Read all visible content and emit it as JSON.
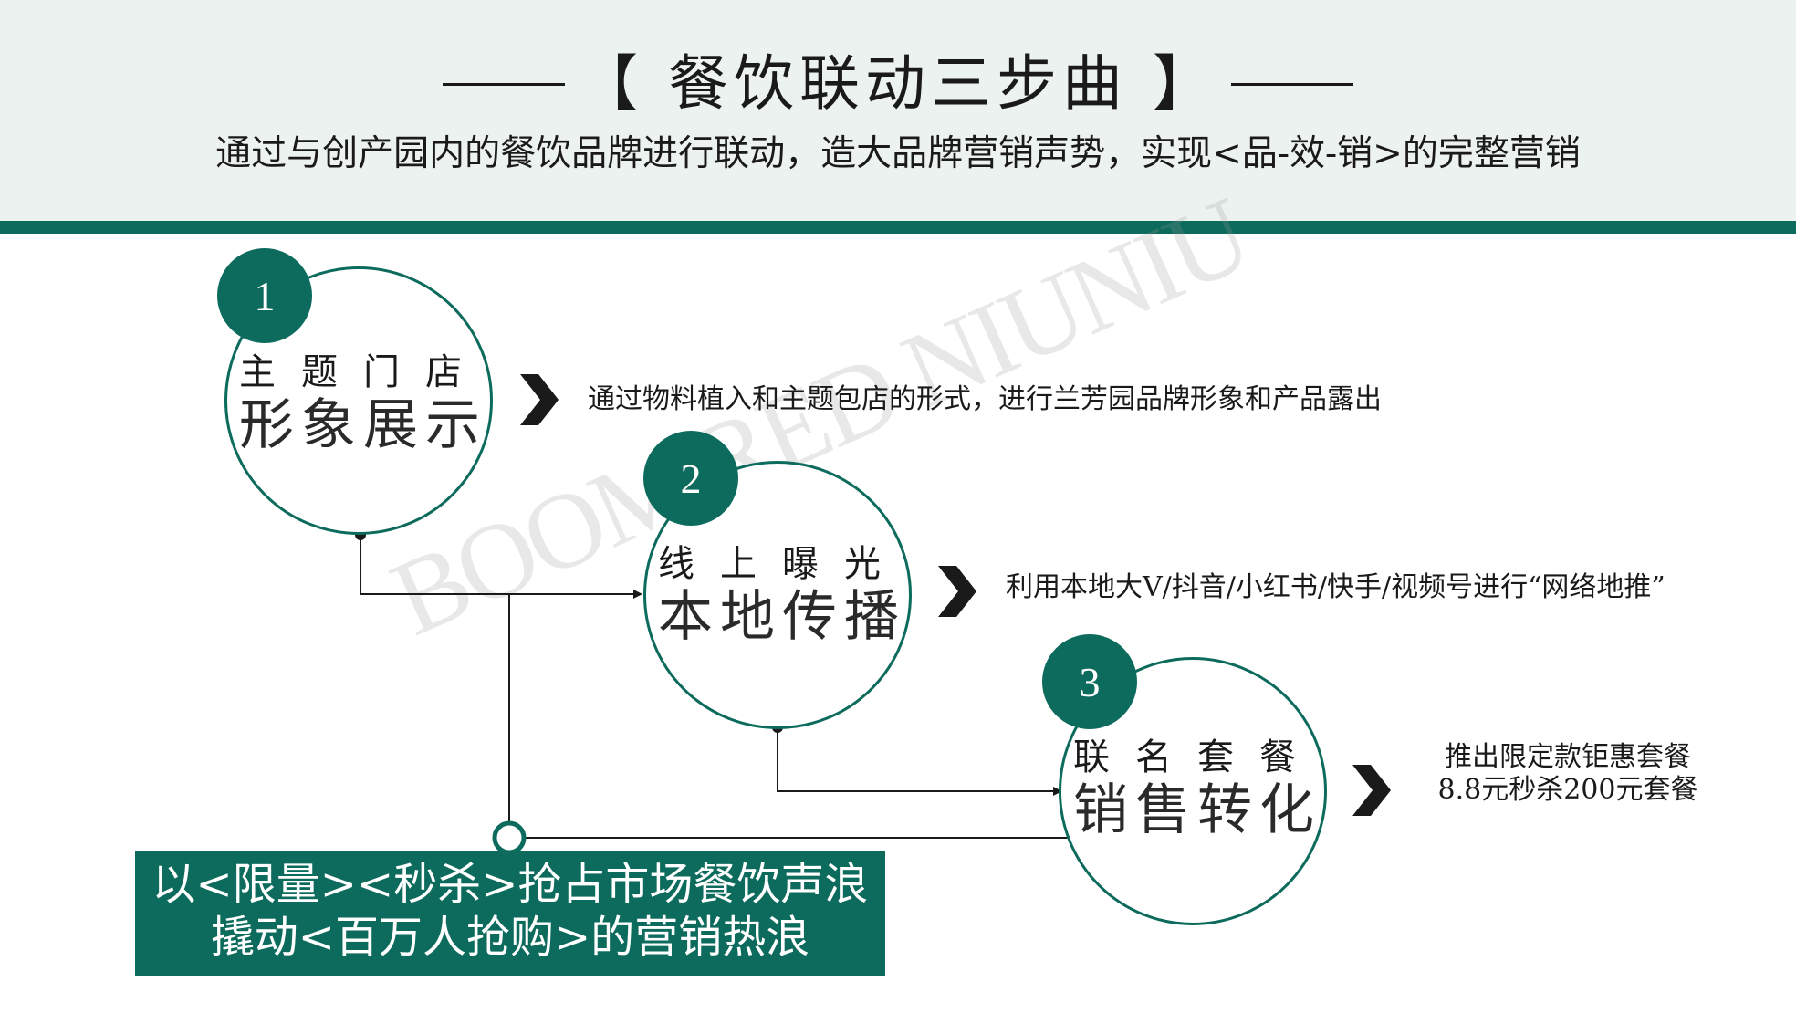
{
  "header": {
    "title": "【 餐饮联动三步曲 】",
    "subtitle": "通过与创产园内的餐饮品牌进行联动，造大品牌营销声势，实现<品-效-销>的完整营销"
  },
  "steps": [
    {
      "number": "1",
      "label_small": "主题门店",
      "label_big": "形象展示",
      "description": [
        "通过物料植入和主题包店的形式，进行兰芳园品牌形象和产品露出"
      ]
    },
    {
      "number": "2",
      "label_small": "线上曝光",
      "label_big": "本地传播",
      "description": [
        "利用本地大V/抖音/小红书/快手/视频号进行“网络地推”"
      ]
    },
    {
      "number": "3",
      "label_small": "联名套餐",
      "label_big": "销售转化",
      "description": [
        "推出限定款钜惠套餐",
        "8.8元秒杀200元套餐"
      ]
    }
  ],
  "callout": {
    "line1": "以<限量><秒杀>抢占市场餐饮声浪",
    "line2": "撬动<百万人抢购>的营销热浪"
  },
  "watermark": "BOOM RED NIUNIU",
  "colors": {
    "primary": "#0c6b5c",
    "header_bg": "#ecf2f0",
    "text": "#1a1a1a"
  },
  "icons": [
    "chevron-right-icon",
    "arrow-right-icon"
  ]
}
